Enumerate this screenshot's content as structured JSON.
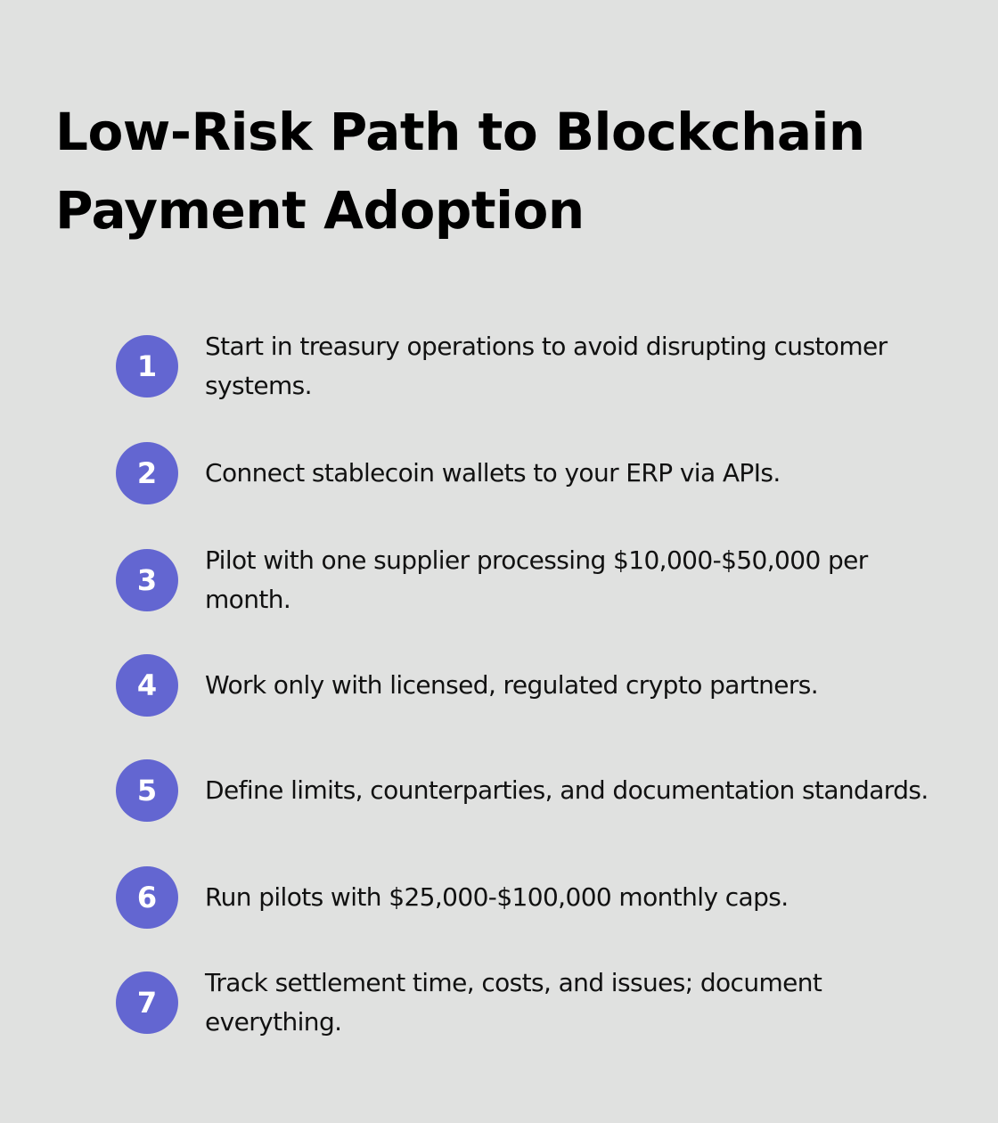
{
  "title": "Low-Risk Path to Blockchain Payment Adoption",
  "colors": {
    "background": "#e0e1e0",
    "accent": "#6366d1",
    "text": "#000000"
  },
  "steps": [
    {
      "number": "1",
      "text": "Start in treasury operations to avoid disrupting customer systems."
    },
    {
      "number": "2",
      "text": "Connect stablecoin wallets to your ERP via APIs."
    },
    {
      "number": "3",
      "text": "Pilot with one supplier processing $10,000-$50,000 per month."
    },
    {
      "number": "4",
      "text": "Work only with licensed, regulated crypto partners."
    },
    {
      "number": "5",
      "text": "Define limits, counterparties, and documentation standards."
    },
    {
      "number": "6",
      "text": "Run pilots with $25,000-$100,000 monthly caps."
    },
    {
      "number": "7",
      "text": "Track settlement time, costs, and issues; document everything."
    }
  ]
}
